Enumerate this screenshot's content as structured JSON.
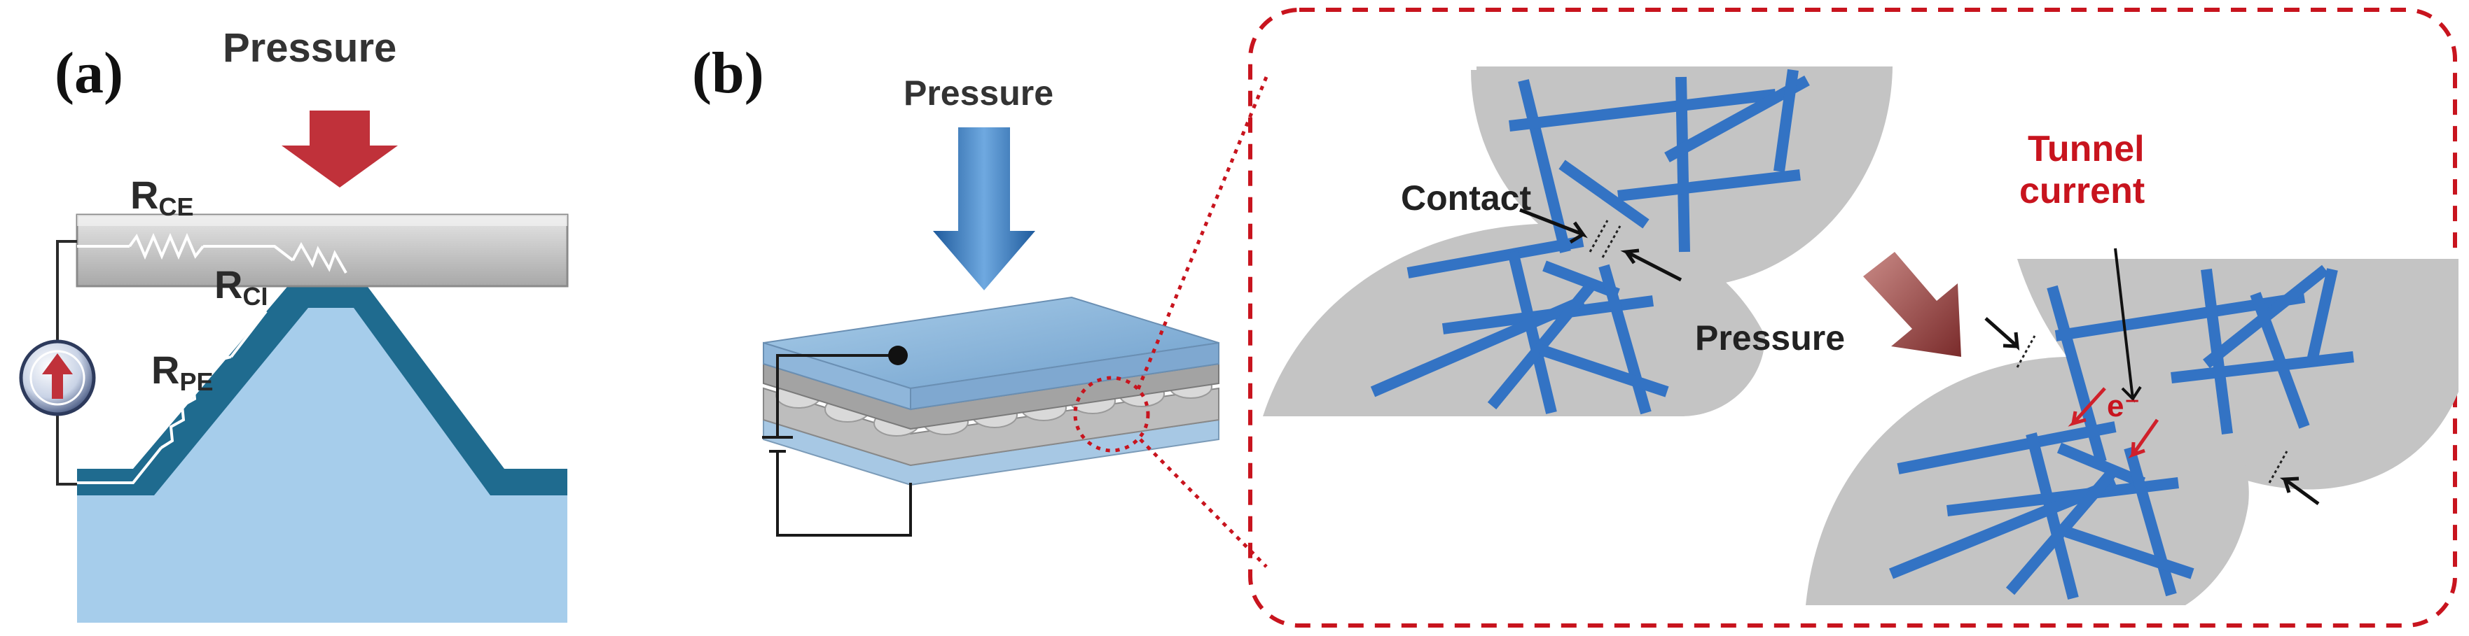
{
  "panel_a": {
    "label": "(a)",
    "pressure_label": "Pressure",
    "resistors": [
      {
        "main": "R",
        "sub": "CE"
      },
      {
        "main": "R",
        "sub": "CI"
      },
      {
        "main": "R",
        "sub": "PE"
      }
    ],
    "colors": {
      "arrow": "#c0313a",
      "electrode": "#c9c9c9",
      "pyramid": "#a6cdeb",
      "pyramid_edge": "#1f6b8f"
    }
  },
  "panel_b": {
    "label": "(b)",
    "pressure_label": "Pressure",
    "zoom_pressure_label": "Pressure",
    "contact_label": "Contact",
    "tunnel_label_line1": "Tunnel",
    "tunnel_label_line2": "current",
    "electron_label": "e⁻",
    "colors": {
      "arrow_blue": "#2f73b8",
      "fiber": "#2c6fc4",
      "particle": "#c4c4c4",
      "dashed_frame": "#c8141e",
      "zoom_arrow": "#9c4b4b"
    }
  }
}
